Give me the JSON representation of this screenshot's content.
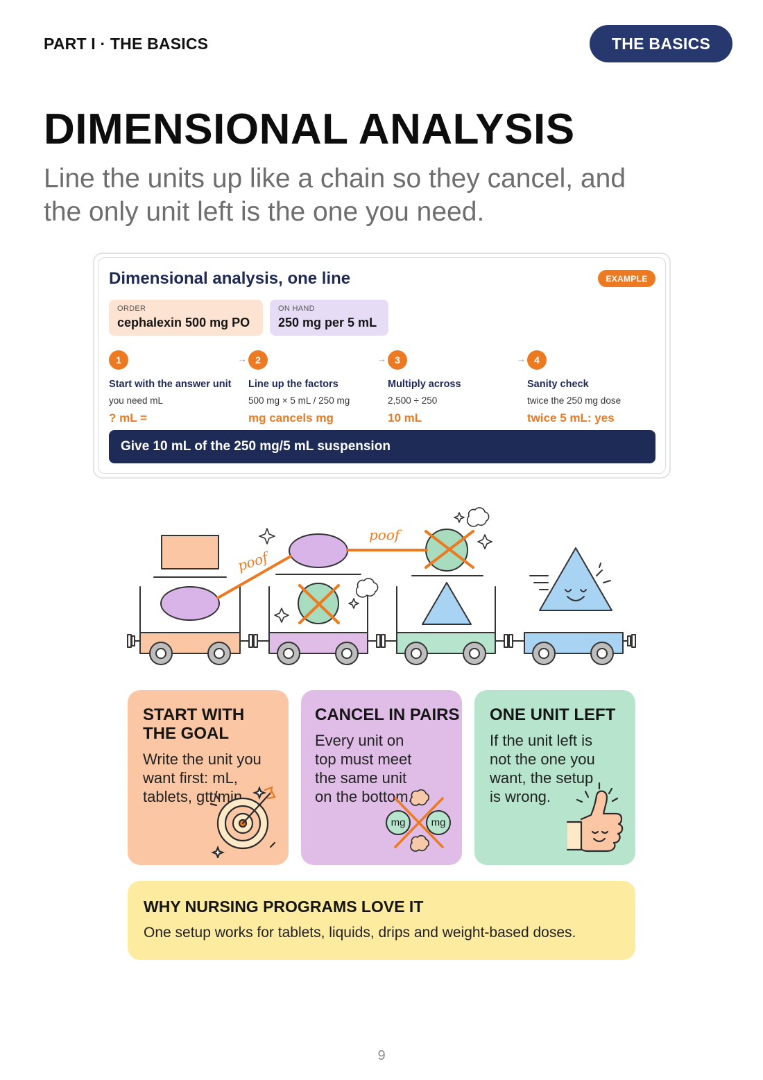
{
  "header": {
    "running_head": "PART I · THE BASICS",
    "section": "THE BASICS"
  },
  "title": "DIMENSIONAL ANALYSIS",
  "subtitle": "Line the units up like a chain so they cancel, and the only unit left is the one you need.",
  "example": {
    "title": "Dimensional analysis, one line",
    "badge": "EXAMPLE",
    "order": {
      "caption": "ORDER",
      "value": "cephalexin 500 mg PO"
    },
    "on_hand": {
      "caption": "ON HAND",
      "value": "250 mg per 5 mL"
    },
    "steps": [
      {
        "number": "1",
        "title": "Start with the answer unit",
        "desc": "you need mL",
        "result": "? mL ="
      },
      {
        "number": "2",
        "title": "Line up the factors",
        "desc": "500 mg × 5 mL / 250 mg",
        "result": "mg cancels mg"
      },
      {
        "number": "3",
        "title": "Multiply across",
        "desc": "2,500 ÷ 250",
        "result": "10 mL"
      },
      {
        "number": "4",
        "title": "Sanity check",
        "desc": "twice the 250 mg dose",
        "result": "twice 5 mL: yes"
      }
    ],
    "arrow_glyph": "→",
    "answer": "Give 10 mL of the 250 mg/5 mL suspension"
  },
  "illustration": {
    "label_1": "poof",
    "label_2": "poof"
  },
  "tips": [
    {
      "title": "START WITH THE GOAL",
      "body": "Write the unit you want first: mL, tablets, gtt/min."
    },
    {
      "title": "CANCEL IN PAIRS",
      "body": "Every unit on top must meet the same unit on the bottom.",
      "unit_a": "mg",
      "unit_b": "mg"
    },
    {
      "title": "ONE UNIT LEFT",
      "body": "If the unit left is not the one you want, the setup is wrong."
    }
  ],
  "callout": {
    "title": "WHY NURSING PROGRAMS LOVE IT",
    "body": "One setup works for tablets, liquids, drips and weight-based doses."
  },
  "page_number": "9",
  "colors": {
    "navy": "#1d2b56",
    "orange": "#ec7a22",
    "peach": "#fbc6a4",
    "lavender": "#dfbde7",
    "mint": "#b7e4cc",
    "butter": "#fdeba0",
    "sky": "#a9d3f2"
  }
}
